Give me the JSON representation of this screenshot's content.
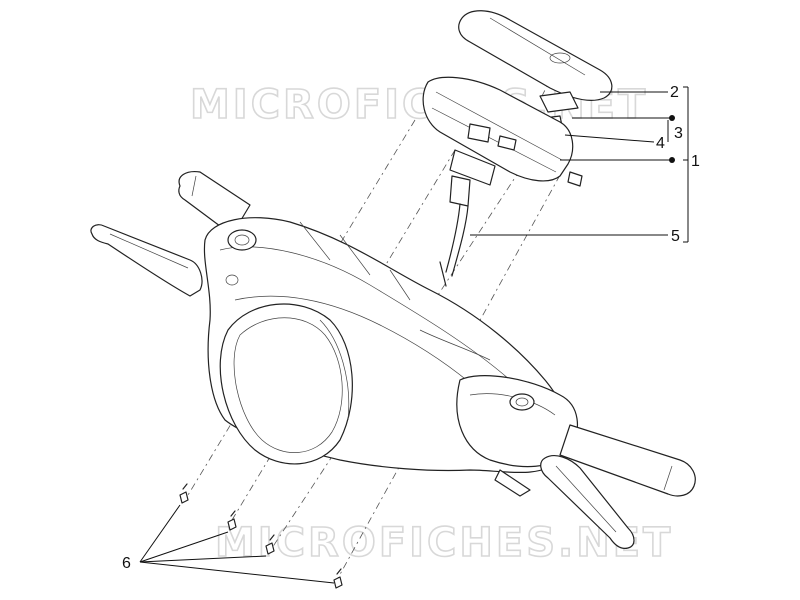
{
  "watermark": {
    "text": "MICROFICHES.NET"
  },
  "callouts": {
    "c1": "1",
    "c2": "2",
    "c3": "3",
    "c4": "4",
    "c5": "5",
    "c6": "6"
  }
}
